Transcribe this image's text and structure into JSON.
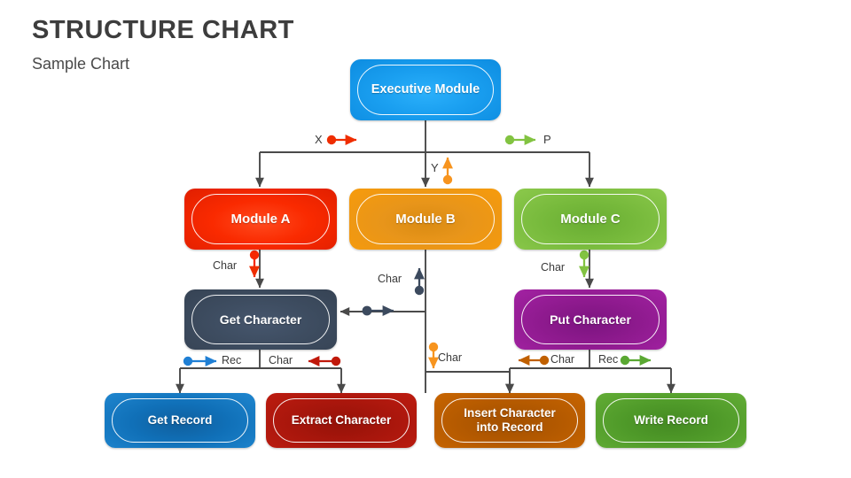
{
  "header": {
    "title": "STRUCTURE CHART",
    "subtitle": "Sample Chart"
  },
  "colors": {
    "executive": "#1a9ff0",
    "module_a": "#fa2a00",
    "module_b": "#f79b0b",
    "module_c": "#82c341",
    "get_character": "#3c4a5e",
    "put_character": "#9a1f9a",
    "get_record": "#0d6fb8",
    "extract_character": "#b31b10",
    "insert_character": "#c06000",
    "write_record": "#5aa832",
    "connector": "#4a4a4a",
    "flow_x": "#ef2d00",
    "flow_p": "#82c341",
    "flow_y": "#f7941e",
    "flow_char_red": "#f52800",
    "flow_char_slate": "#3c4a5e",
    "flow_char_green": "#82c341",
    "flow_rec_blue": "#1f7fd4",
    "flow_char_darkred": "#c0180a",
    "flow_char_orange": "#f7941e",
    "flow_char_brown": "#c06000",
    "flow_rec_green": "#5aa832",
    "text_dark": "#3a3a3a"
  },
  "nodes": {
    "executive": {
      "label": "Executive Module"
    },
    "module_a": {
      "label": "Module A"
    },
    "module_b": {
      "label": "Module B"
    },
    "module_c": {
      "label": "Module C"
    },
    "get_character": {
      "label": "Get Character"
    },
    "put_character": {
      "label": "Put Character"
    },
    "get_record": {
      "label": "Get Record"
    },
    "extract_character": {
      "label": "Extract Character"
    },
    "insert_character": {
      "label": "Insert Character into Record"
    },
    "write_record": {
      "label": "Write Record"
    }
  },
  "flows": {
    "x": "X",
    "p": "P",
    "y": "Y",
    "char_a_to_get": "Char",
    "char_b_up": "Char",
    "char_c_to_put": "Char",
    "char_b_down": "Char",
    "rec_get_record": "Rec",
    "char_extract": "Char",
    "char_insert": "Char",
    "rec_write": "Rec"
  },
  "chart_data": {
    "type": "diagram",
    "title": "STRUCTURE CHART",
    "subtitle": "Sample Chart",
    "levels": [
      {
        "level": 0,
        "nodes": [
          "Executive Module"
        ]
      },
      {
        "level": 1,
        "nodes": [
          "Module A",
          "Module B",
          "Module C"
        ]
      },
      {
        "level": 2,
        "nodes": [
          "Get Character",
          "Put Character"
        ]
      },
      {
        "level": 3,
        "nodes": [
          "Get Record",
          "Extract Character",
          "Insert Character into Record",
          "Write Record"
        ]
      }
    ],
    "edges": [
      {
        "from": "Executive Module",
        "to": "Module A",
        "flow": "X",
        "direction": "up"
      },
      {
        "from": "Executive Module",
        "to": "Module B",
        "flow": "Y",
        "direction": "up"
      },
      {
        "from": "Executive Module",
        "to": "Module C",
        "flow": "P",
        "direction": "up"
      },
      {
        "from": "Module A",
        "to": "Get Character",
        "flow": "Char",
        "direction": "up"
      },
      {
        "from": "Module B",
        "to": "Get Character",
        "flow": "Char",
        "direction": "up"
      },
      {
        "from": "Module B",
        "to": "Insert Character into Record",
        "flow": "Char",
        "direction": "down"
      },
      {
        "from": "Module C",
        "to": "Put Character",
        "flow": "Char",
        "direction": "down"
      },
      {
        "from": "Get Character",
        "to": "Get Record",
        "flow": "Rec",
        "direction": "up"
      },
      {
        "from": "Get Character",
        "to": "Extract Character",
        "flow": "Char",
        "direction": "up"
      },
      {
        "from": "Put Character",
        "to": "Insert Character into Record",
        "flow": "Char",
        "direction": "down"
      },
      {
        "from": "Put Character",
        "to": "Write Record",
        "flow": "Rec",
        "direction": "down"
      }
    ]
  }
}
